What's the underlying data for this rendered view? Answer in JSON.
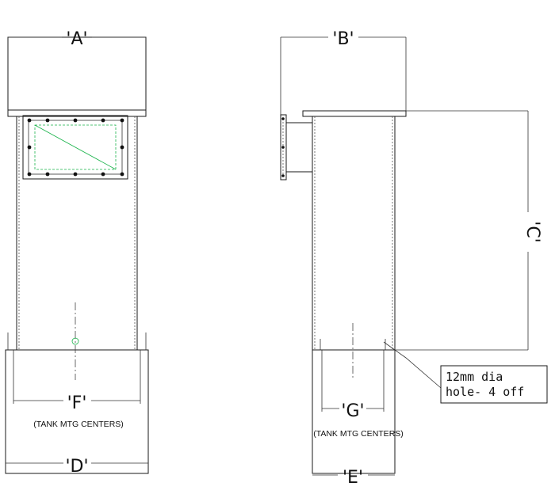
{
  "dimensions": {
    "a": "'A'",
    "b": "'B'",
    "c": "'C'",
    "d": "'D'",
    "e": "'E'",
    "f": "'F'",
    "g": "'G'"
  },
  "notes": {
    "tank_mtg_centers_front": "(TANK MTG CENTERS)",
    "tank_mtg_centers_side": "(TANK MTG CENTERS)"
  },
  "callout": {
    "line1": "12mm dia",
    "line2": "hole- 4 off"
  }
}
